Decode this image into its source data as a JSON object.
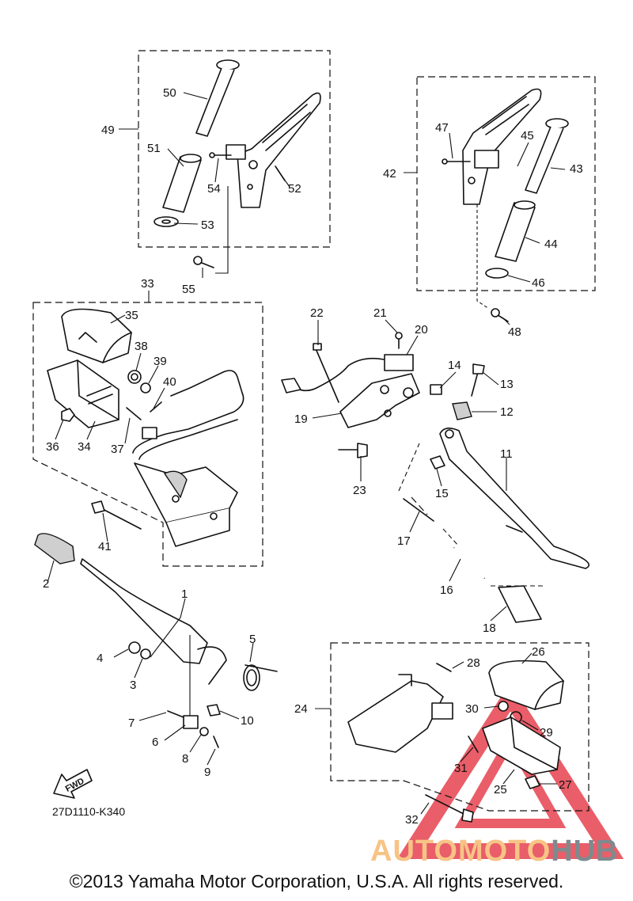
{
  "diagram": {
    "part_code": "27D1110-K340",
    "fwd_label": "FWD",
    "callouts": [
      "1",
      "2",
      "3",
      "4",
      "5",
      "6",
      "7",
      "8",
      "9",
      "10",
      "11",
      "12",
      "13",
      "14",
      "15",
      "16",
      "17",
      "18",
      "19",
      "20",
      "21",
      "22",
      "23",
      "24",
      "25",
      "26",
      "27",
      "28",
      "29",
      "30",
      "31",
      "32",
      "33",
      "34",
      "35",
      "36",
      "37",
      "38",
      "39",
      "40",
      "41",
      "42",
      "43",
      "44",
      "45",
      "46",
      "47",
      "48",
      "49",
      "50",
      "51",
      "52",
      "53",
      "54",
      "55"
    ]
  },
  "watermark": {
    "part_a": "AUTOMOTO",
    "part_b": "HUB",
    "color_a": "#f7c486",
    "color_b": "#7f8a8f",
    "triangle_color": "#e6434f"
  },
  "footer": {
    "copyright": "©2013 Yamaha Motor Corporation, U.S.A. All rights reserved."
  }
}
